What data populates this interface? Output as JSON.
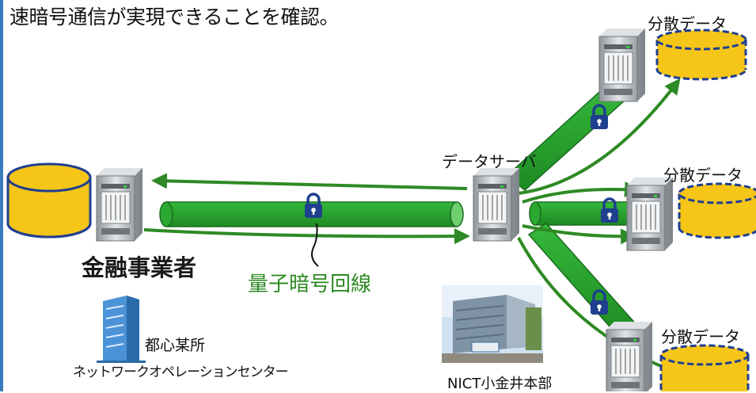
{
  "headline": "速暗号通信が実現できることを確認。",
  "labels": {
    "distributed_data_top": "分散データ",
    "distributed_data_middle": "分散データ",
    "distributed_data_bottom": "分散データ",
    "data_server": "データサーバ",
    "financial_operator": "金融事業者",
    "quantum_line": "量子暗号回線",
    "city_center": "都心某所",
    "noc": "ネットワークオペレーションセンター",
    "nict_hq": "NICT小金井本部"
  },
  "colors": {
    "pipe_green": "#22a128",
    "arrow_green": "#2e8a24",
    "db_yellow": "#f5c518",
    "db_outline": "#1f3f8f",
    "lock_blue": "#1f3f8f",
    "frame_blue": "#3a7bbf"
  },
  "icons": [
    "server-icon",
    "database-icon",
    "lock-icon",
    "building-icon",
    "photo-icon"
  ]
}
